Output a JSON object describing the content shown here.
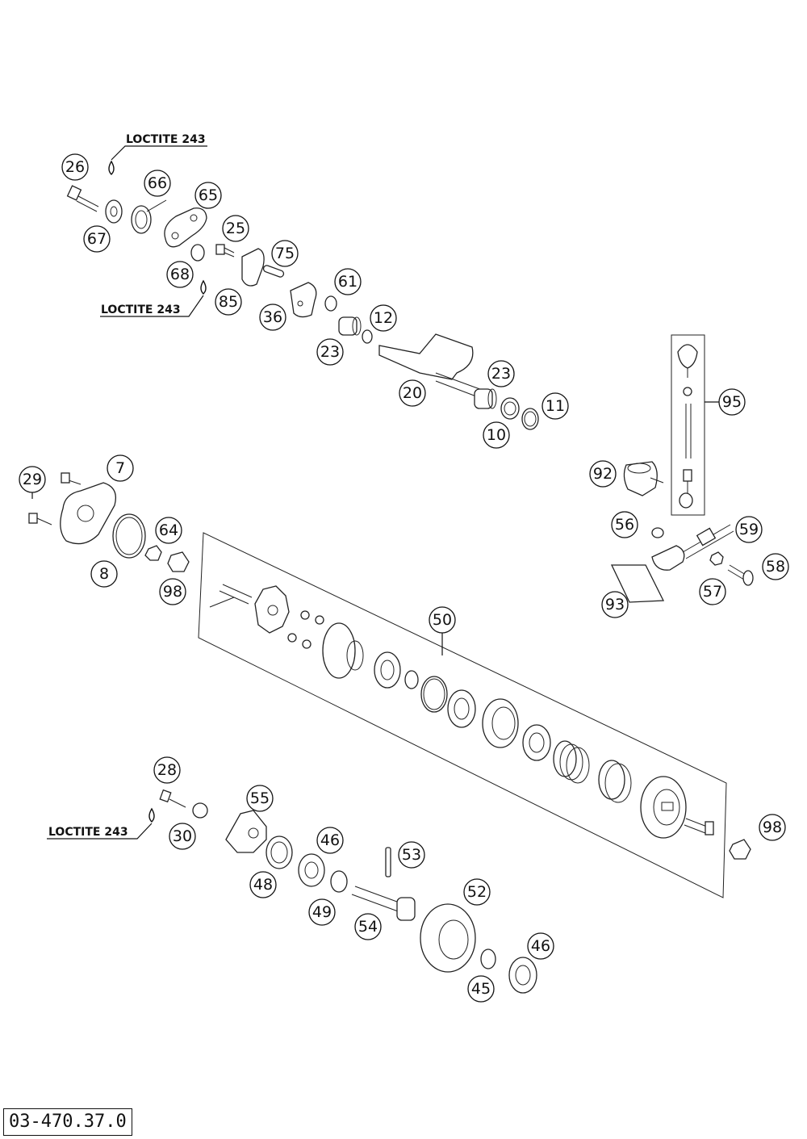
{
  "diagram": {
    "loctite_label": "LOCTITE 243",
    "reference_number": "03-470.37.0",
    "callouts": [
      {
        "label": "26"
      },
      {
        "label": "66"
      },
      {
        "label": "65"
      },
      {
        "label": "67"
      },
      {
        "label": "25"
      },
      {
        "label": "68"
      },
      {
        "label": "75"
      },
      {
        "label": "85"
      },
      {
        "label": "61"
      },
      {
        "label": "36"
      },
      {
        "label": "12"
      },
      {
        "label": "23"
      },
      {
        "label": "23"
      },
      {
        "label": "20"
      },
      {
        "label": "11"
      },
      {
        "label": "10"
      },
      {
        "label": "95"
      },
      {
        "label": "7"
      },
      {
        "label": "29"
      },
      {
        "label": "92"
      },
      {
        "label": "64"
      },
      {
        "label": "56"
      },
      {
        "label": "59"
      },
      {
        "label": "8"
      },
      {
        "label": "58"
      },
      {
        "label": "98"
      },
      {
        "label": "57"
      },
      {
        "label": "93"
      },
      {
        "label": "50"
      },
      {
        "label": "28"
      },
      {
        "label": "55"
      },
      {
        "label": "98"
      },
      {
        "label": "30"
      },
      {
        "label": "46"
      },
      {
        "label": "53"
      },
      {
        "label": "48"
      },
      {
        "label": "52"
      },
      {
        "label": "49"
      },
      {
        "label": "54"
      },
      {
        "label": "46"
      },
      {
        "label": "45"
      }
    ]
  }
}
